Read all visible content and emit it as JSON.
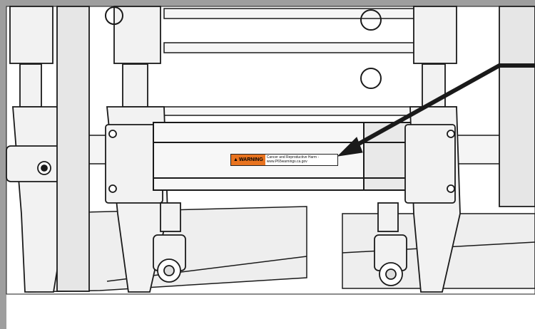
{
  "label": {
    "signal_word": "WARNING",
    "warning_icon": "warning-triangle-icon",
    "line1": "Cancer and Reproductive Harm -",
    "line2": "www.P65warnings.ca.gov"
  },
  "colors": {
    "frame": "#9e9e9e",
    "line": "#1a1a1a",
    "metal": "#f2f2f2",
    "shade": "#d6d6d6",
    "warning": "#e8731f"
  }
}
